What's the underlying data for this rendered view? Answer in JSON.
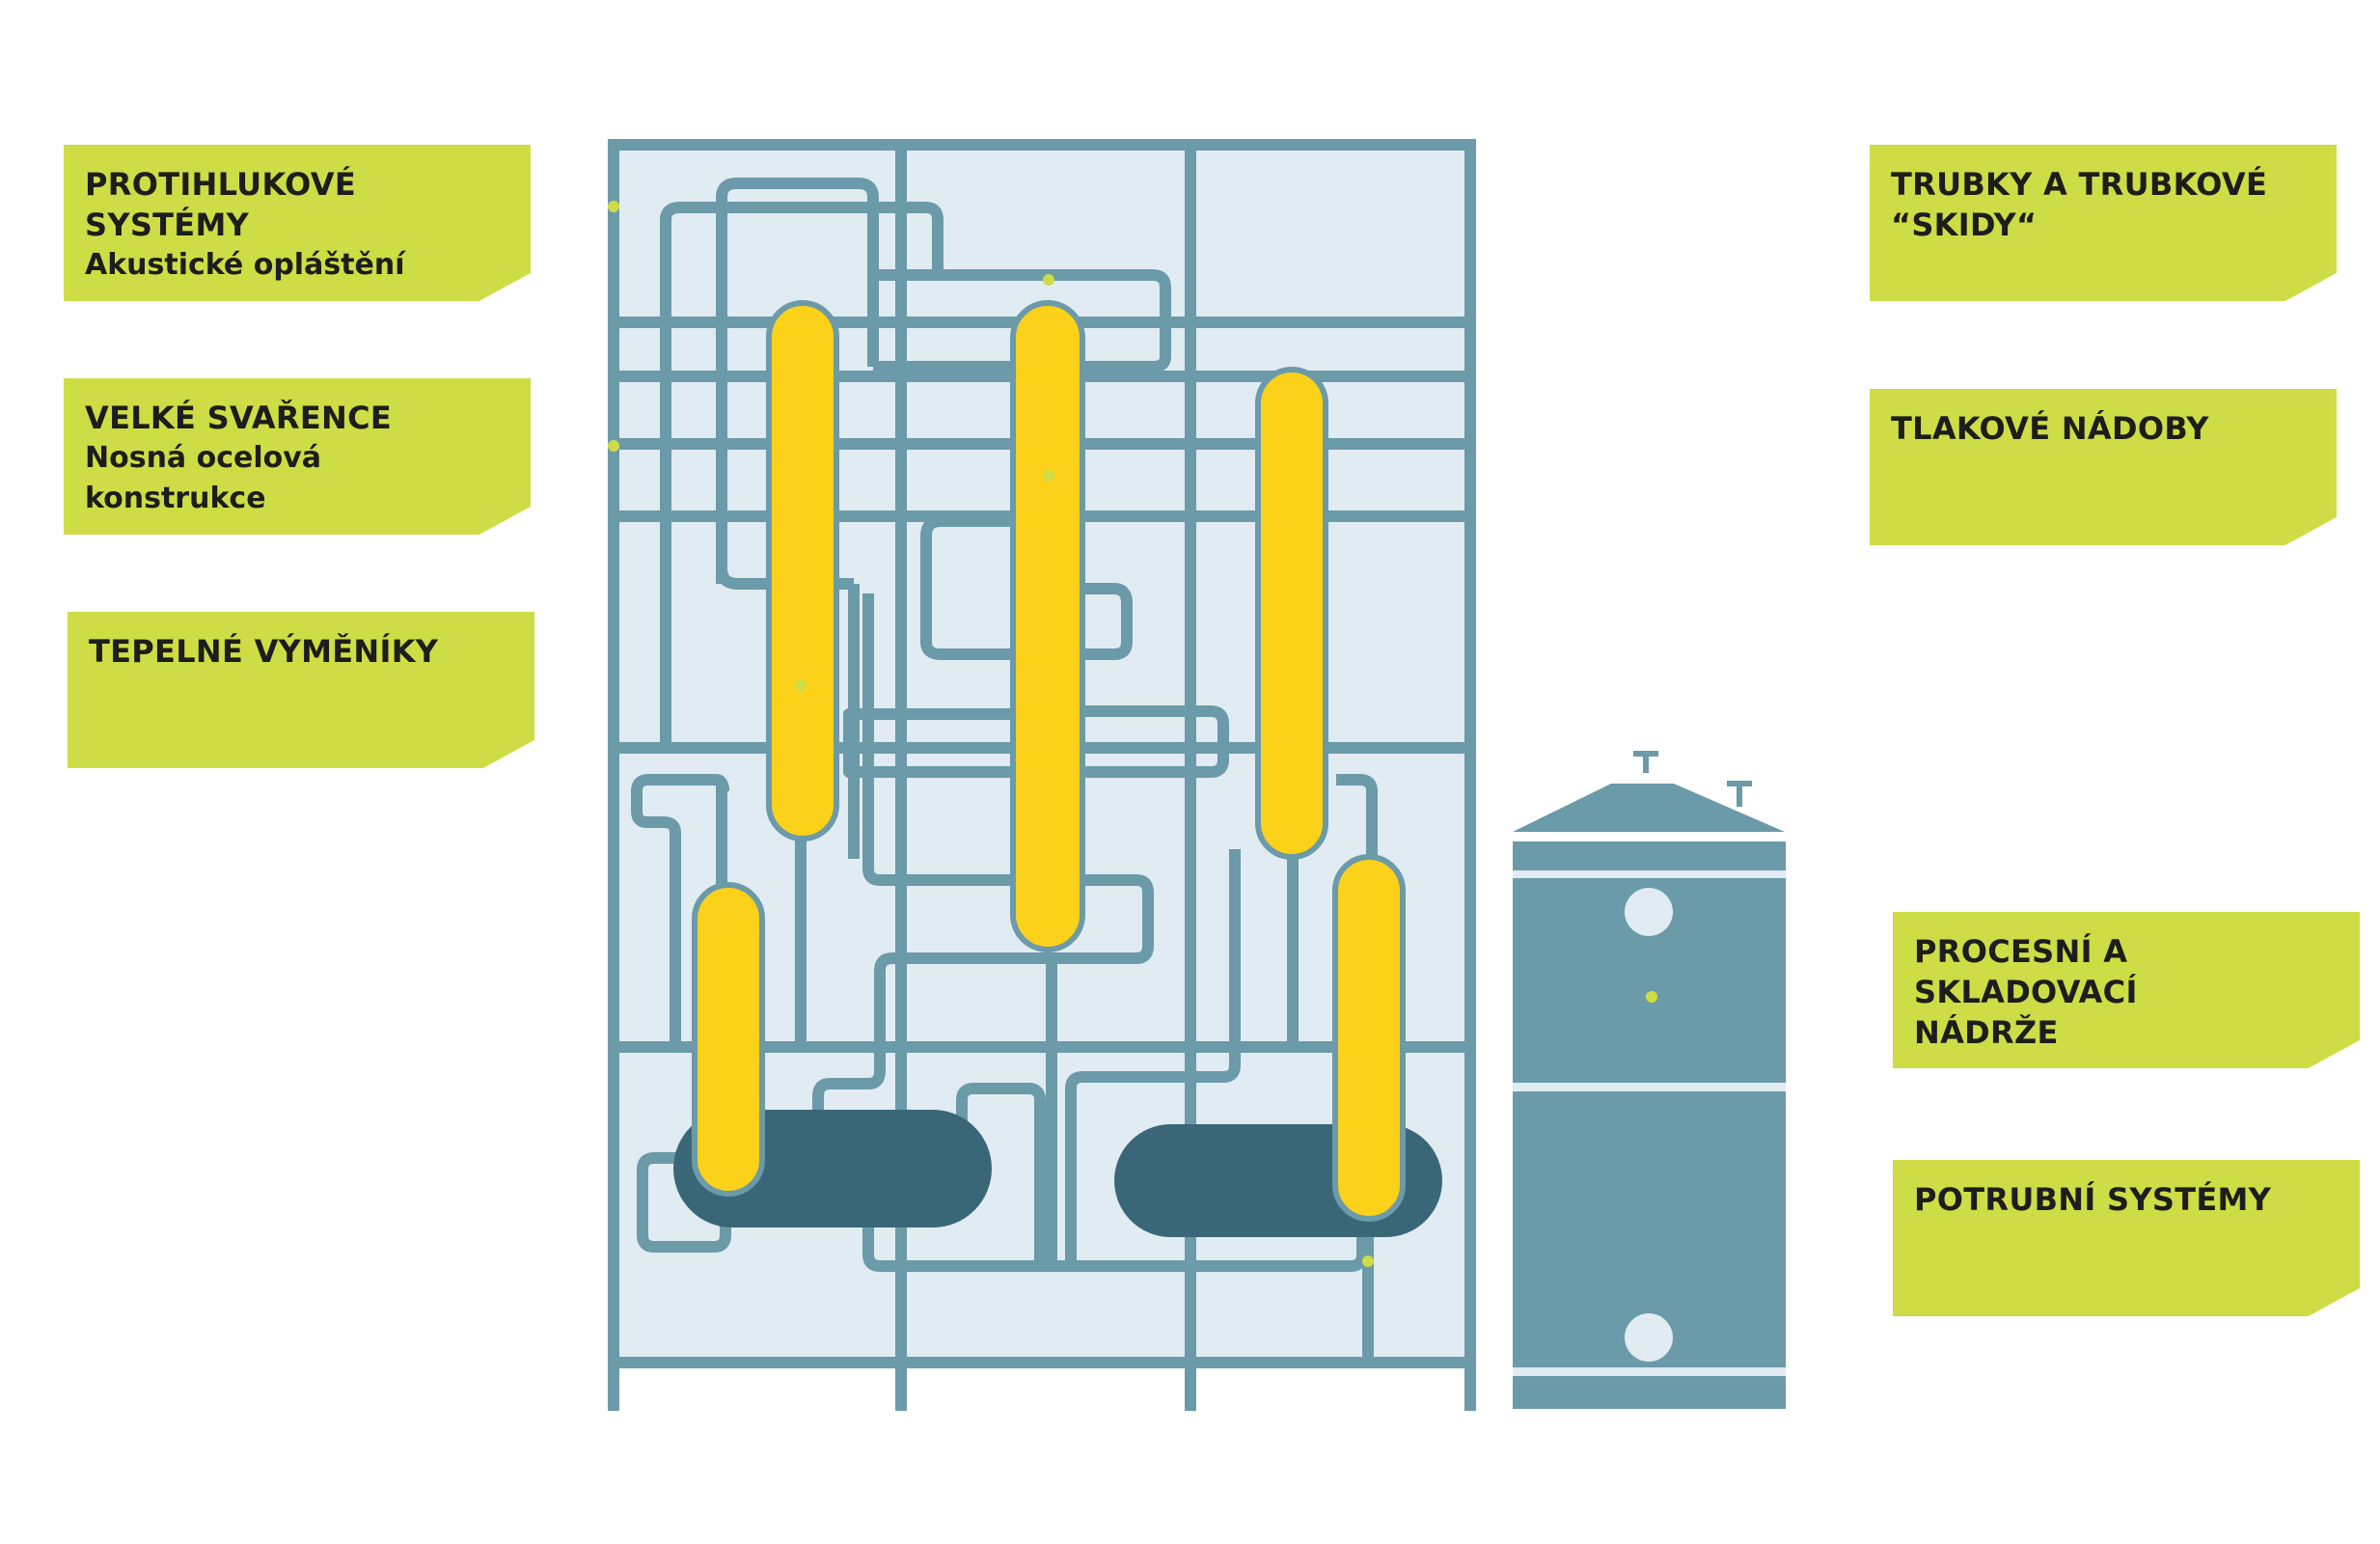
{
  "labels": {
    "noise": {
      "title": "PROTIHLUKOVÉ SYSTÉMY",
      "subtitle": "Akustické opláštění"
    },
    "weldments": {
      "title": "VELKÉ SVAŘENCE",
      "subtitle_line1": "Nosná ocelová",
      "subtitle_line2": "konstrukce"
    },
    "heat_exchangers": {
      "title": "TEPELNÉ VÝMĚNÍKY"
    },
    "pipe_skids": {
      "line1": "TRUBKY A TRUBKOVÉ",
      "line2": "“SKIDY“"
    },
    "pressure_vessels": {
      "title": "TLAKOVÉ NÁDOBY"
    },
    "tanks": {
      "line1": "PROCESNÍ A SKLADOVACÍ",
      "line2": "NÁDRŽE"
    },
    "piping": {
      "title": "POTRUBNÍ SYSTÉMY"
    }
  },
  "colors": {
    "label_bg": "#cedc46",
    "frame": "#6b9aa9",
    "frame_fill": "#e1ebf2",
    "vessel": "#fcd11a",
    "drum": "#3a6778",
    "tank": "#6b9aa9"
  }
}
